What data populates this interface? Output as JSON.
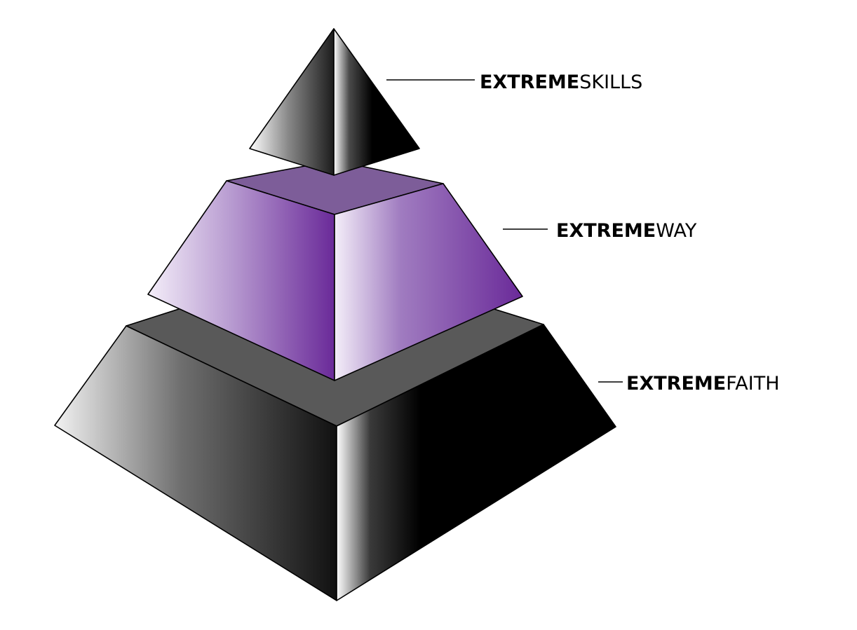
{
  "layers": [
    {
      "id": "skills",
      "prefix": "EXTREME",
      "name": "SKILLS",
      "color_left_light": "#ffffff",
      "color_left_dark": "#2a2a2a",
      "color_right_light": "#ffffff",
      "color_right_dark": "#000000"
    },
    {
      "id": "way",
      "prefix": "EXTREME",
      "name": "WAY",
      "color_top": "#7d5d99",
      "color_left_light": "#f4eef9",
      "color_left_dark": "#6a2a99",
      "color_right_light": "#f4eef9",
      "color_right_dark": "#6a2a99"
    },
    {
      "id": "faith",
      "prefix": "EXTREME",
      "name": "FAITH",
      "color_top": "#595959",
      "color_left_light": "#f2f2f2",
      "color_left_dark": "#111111",
      "color_right_light": "#ffffff",
      "color_right_dark": "#000000"
    }
  ]
}
